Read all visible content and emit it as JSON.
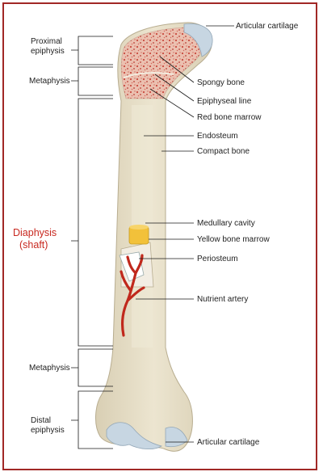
{
  "colors": {
    "frame": "#a12826",
    "bone": "#e7dfc8",
    "bone_shade": "#d5cbb0",
    "spongy": "#e9b6a6",
    "red_dots": "#c84a3e",
    "cartilage": "#bfd0dc",
    "yellow_marrow": "#f2c13a",
    "artery": "#c0281c",
    "diaphysis_label": "#c8281f"
  },
  "left_labels": {
    "proximal_epiphysis": [
      "Proximal",
      "epiphysis"
    ],
    "metaphysis_top": "Metaphysis",
    "diaphysis": [
      "Diaphysis",
      "(shaft)"
    ],
    "metaphysis_bottom": "Metaphysis",
    "distal_epiphysis": [
      "Distal",
      "epiphysis"
    ]
  },
  "right_labels": {
    "articular_cartilage_top": "Articular cartilage",
    "spongy_bone": "Spongy bone",
    "epiphyseal_line": "Epiphyseal line",
    "red_bone_marrow": "Red bone marrow",
    "endosteum": "Endosteum",
    "compact_bone": "Compact bone",
    "medullary_cavity": "Medullary cavity",
    "yellow_bone_marrow": "Yellow bone marrow",
    "periosteum": "Periosteum",
    "nutrient_artery": "Nutrient artery",
    "articular_cartilage_bottom": "Articular cartilage"
  }
}
